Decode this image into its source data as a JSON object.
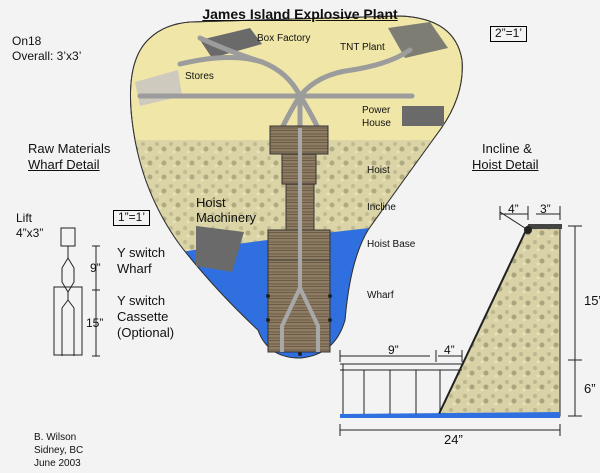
{
  "title": "James Island Explosive Plant",
  "scale_ratio": "On18",
  "overall_size": "Overall: 3’x3’",
  "plan_scale": "2”=1’",
  "buildings": {
    "box_factory": "Box Factory",
    "tnt_plant": "TNT Plant",
    "stores": "Stores",
    "power_house_1": "Power",
    "power_house_2": "House"
  },
  "plant_labels": {
    "hoist": "Hoist",
    "incline": "Incline",
    "hoist_base": "Hoist Base",
    "wharf": "Wharf",
    "hoist_machinery_1": "Hoist",
    "hoist_machinery_2": "Machinery"
  },
  "raw_materials": {
    "line1": "Raw Materials",
    "line2": "Wharf Detail"
  },
  "incline_detail": {
    "line1": "Incline &",
    "line2": "Hoist Detail"
  },
  "wharf_detail": {
    "scale": "1”=1’",
    "lift_label": "Lift",
    "lift_size": "4”x3”",
    "y_switch_wharf_1": "Y switch",
    "y_switch_wharf_2": "Wharf",
    "y_switch_cassette_1": "Y switch",
    "y_switch_cassette_2": "Cassette",
    "y_switch_cassette_3": "(Optional)",
    "dim_9": "9”",
    "dim_15": "15”"
  },
  "incline_dims": {
    "top_4": "4”",
    "top_3": "3”",
    "height_15": "15”",
    "height_6": "6”",
    "base_9": "9”",
    "base_4": "4”",
    "total_24": "24”"
  },
  "credits": {
    "author": "B. Wilson",
    "location": "Sidney, BC",
    "date": "June 2003"
  },
  "colors": {
    "land": "#efe6a8",
    "rock": "#b9b395",
    "water": "#2f6fe0",
    "building_dark": "#6a6a6a",
    "building_light": "#cfcabe",
    "track": "#9c9c9c",
    "wood": "#8a7a62"
  }
}
